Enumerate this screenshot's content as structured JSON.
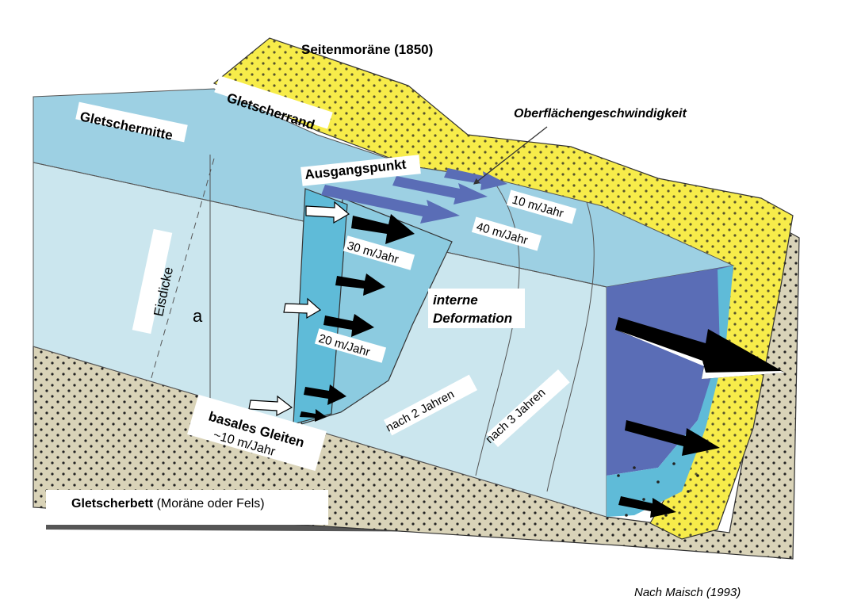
{
  "labels": {
    "lateral_moraine": "Seitenmoräne (1850)",
    "glacier_edge": "Gletscherrand",
    "glacier_center": "Gletschermitte",
    "surface_velocity": "Oberflächengeschwindigkeit",
    "starting_point": "Ausgangspunkt",
    "ice_thickness": "Eisdicke",
    "point_a": "a",
    "internal_deformation_line1": "interne",
    "internal_deformation_line2": "Deformation",
    "basal_sliding_line1": "basales Gleiten",
    "basal_sliding_line2": "~10 m/Jahr",
    "after_2_years": "nach 2 Jahren",
    "after_3_years": "nach 3 Jahren",
    "glacier_bed_bold": "Gletscherbett",
    "glacier_bed_rest": " (Moräne oder Fels)",
    "source": "Nach Maisch (1993)"
  },
  "velocities": {
    "edge_surface": "10 m/Jahr",
    "center_surface": "40 m/Jahr",
    "upper": "30 m/Jahr",
    "middle": "20 m/Jahr"
  },
  "colors": {
    "moraine_yellow": "#f7ec4a",
    "bed_tan": "#d9d3b8",
    "ice_top": "#9dd0e3",
    "ice_front": "#cbe6ee",
    "ice_block": "#5fbbd8",
    "ice_dark": "#5a6db6"
  }
}
